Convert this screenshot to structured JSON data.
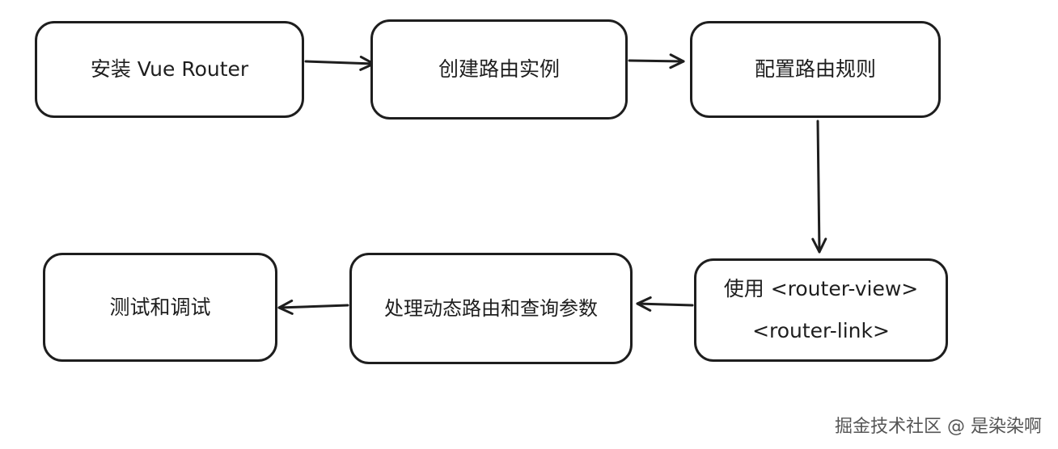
{
  "diagram": {
    "nodes": [
      {
        "id": "n1",
        "lines": [
          "安装 Vue Router"
        ]
      },
      {
        "id": "n2",
        "lines": [
          "创建路由实例"
        ]
      },
      {
        "id": "n3",
        "lines": [
          "配置路由规则"
        ]
      },
      {
        "id": "n4",
        "lines": [
          "使用 <router-view>",
          "<router-link>"
        ]
      },
      {
        "id": "n5",
        "lines": [
          "处理动态路由和查询参数"
        ]
      },
      {
        "id": "n6",
        "lines": [
          "测试和调试"
        ]
      }
    ],
    "edges": [
      {
        "from": "n1",
        "to": "n2"
      },
      {
        "from": "n2",
        "to": "n3"
      },
      {
        "from": "n3",
        "to": "n4"
      },
      {
        "from": "n4",
        "to": "n5"
      },
      {
        "from": "n5",
        "to": "n6"
      }
    ],
    "colors": {
      "stroke": "#1e1e1e",
      "background": "#ffffff",
      "watermark": "#555555"
    }
  },
  "watermark": "掘金技术社区 @ 是染染啊"
}
